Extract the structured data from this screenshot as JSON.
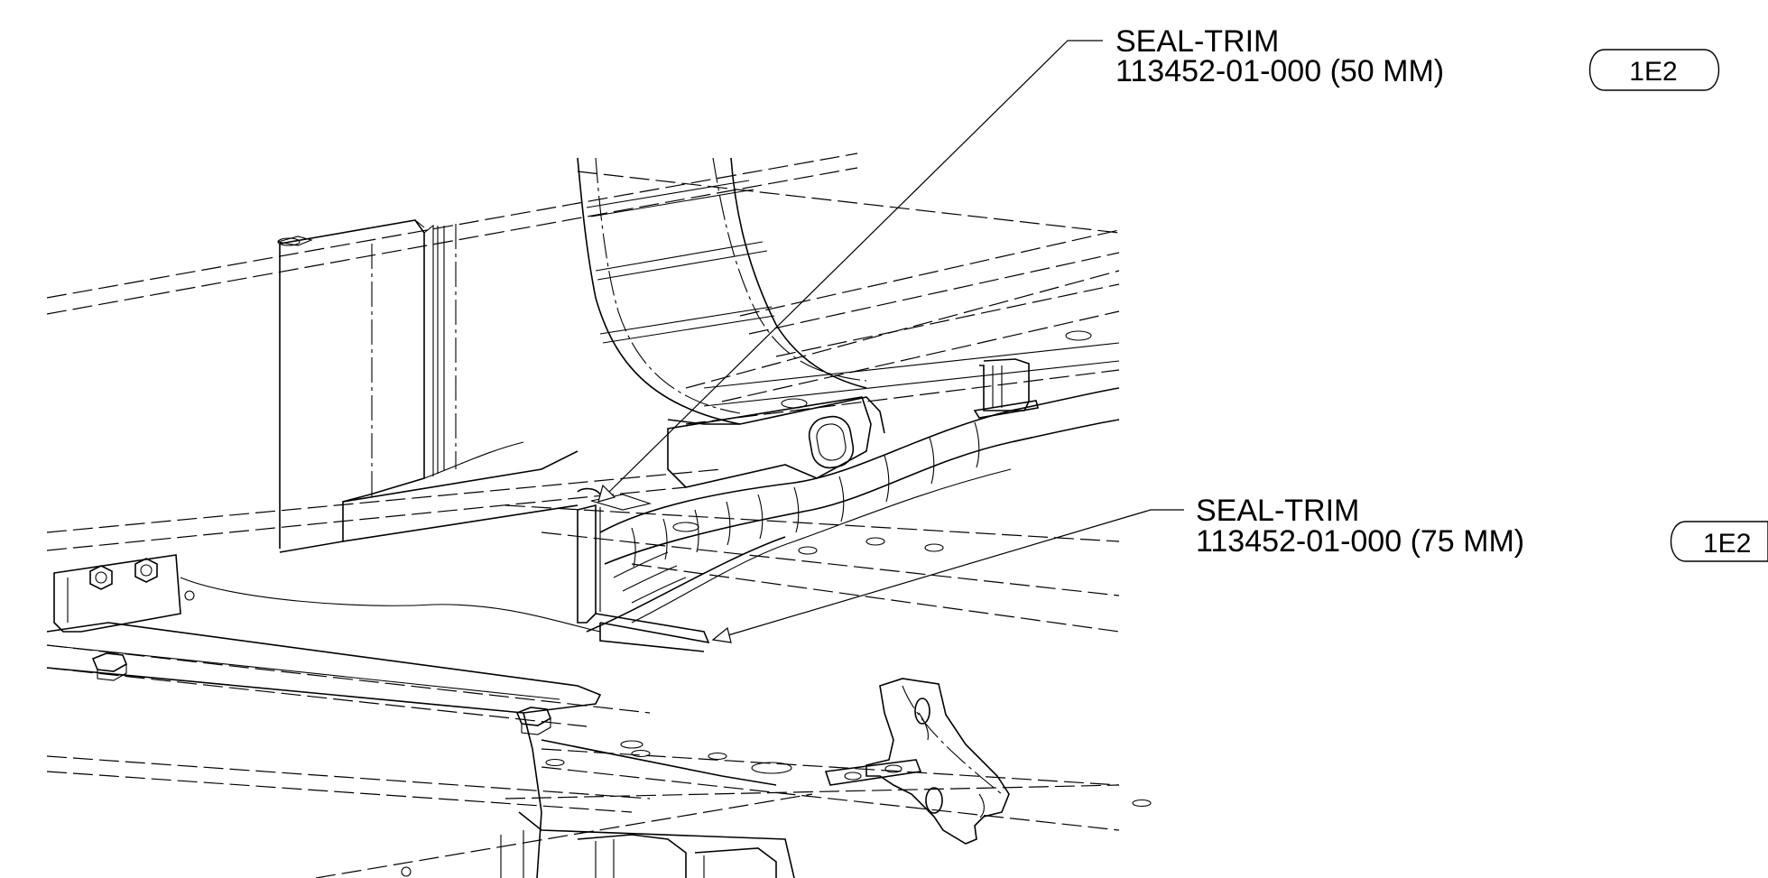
{
  "callouts": [
    {
      "name_line": "SEAL-TRIM",
      "part_line": "113452-01-000 (50 MM)",
      "balloon": "1E2"
    },
    {
      "name_line": "SEAL-TRIM",
      "part_line": "113452-01-000 (75 MM)",
      "balloon": "1E2"
    }
  ],
  "colors": {
    "line": "#000000",
    "background": "#ffffff"
  }
}
